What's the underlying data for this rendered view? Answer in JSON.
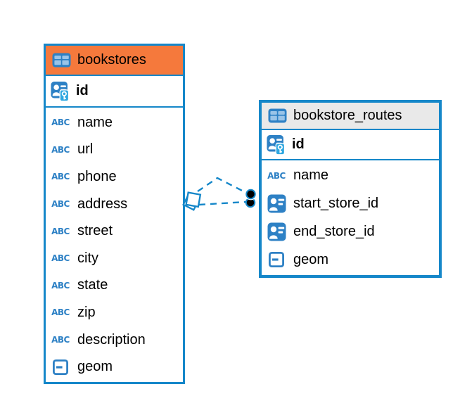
{
  "colors": {
    "table_border": "#1587C9",
    "relation_line": "#1587C9",
    "icon_blue": "#2E81C5",
    "icon_cell_blue": "#9AC4E8",
    "key_badge_blue": "#2EA7E0",
    "bookstores_header": "#F5793C",
    "bookstore_routes_header": "#E9E9E9",
    "text": "#000000",
    "canvas_bg": "#FFFFFF"
  },
  "icons": {
    "text_type_glyph": "ABC"
  },
  "tables": [
    {
      "title": "bookstores",
      "primary_key": {
        "name": "id",
        "type": "primary-key"
      },
      "columns": [
        {
          "name": "name",
          "type": "text"
        },
        {
          "name": "url",
          "type": "text"
        },
        {
          "name": "phone",
          "type": "text"
        },
        {
          "name": "address",
          "type": "text"
        },
        {
          "name": "street",
          "type": "text"
        },
        {
          "name": "city",
          "type": "text"
        },
        {
          "name": "state",
          "type": "text"
        },
        {
          "name": "zip",
          "type": "text"
        },
        {
          "name": "description",
          "type": "text"
        },
        {
          "name": "geom",
          "type": "geometry"
        }
      ]
    },
    {
      "title": "bookstore_routes",
      "primary_key": {
        "name": "id",
        "type": "primary-key"
      },
      "columns": [
        {
          "name": "name",
          "type": "text"
        },
        {
          "name": "start_store_id",
          "type": "reference"
        },
        {
          "name": "end_store_id",
          "type": "reference"
        },
        {
          "name": "geom",
          "type": "geometry"
        }
      ]
    }
  ],
  "relations": {
    "count": 2,
    "style": "dashed",
    "bookstores_end_marker": "diamond",
    "bookstore_routes_end_marker": "filled-dots"
  }
}
